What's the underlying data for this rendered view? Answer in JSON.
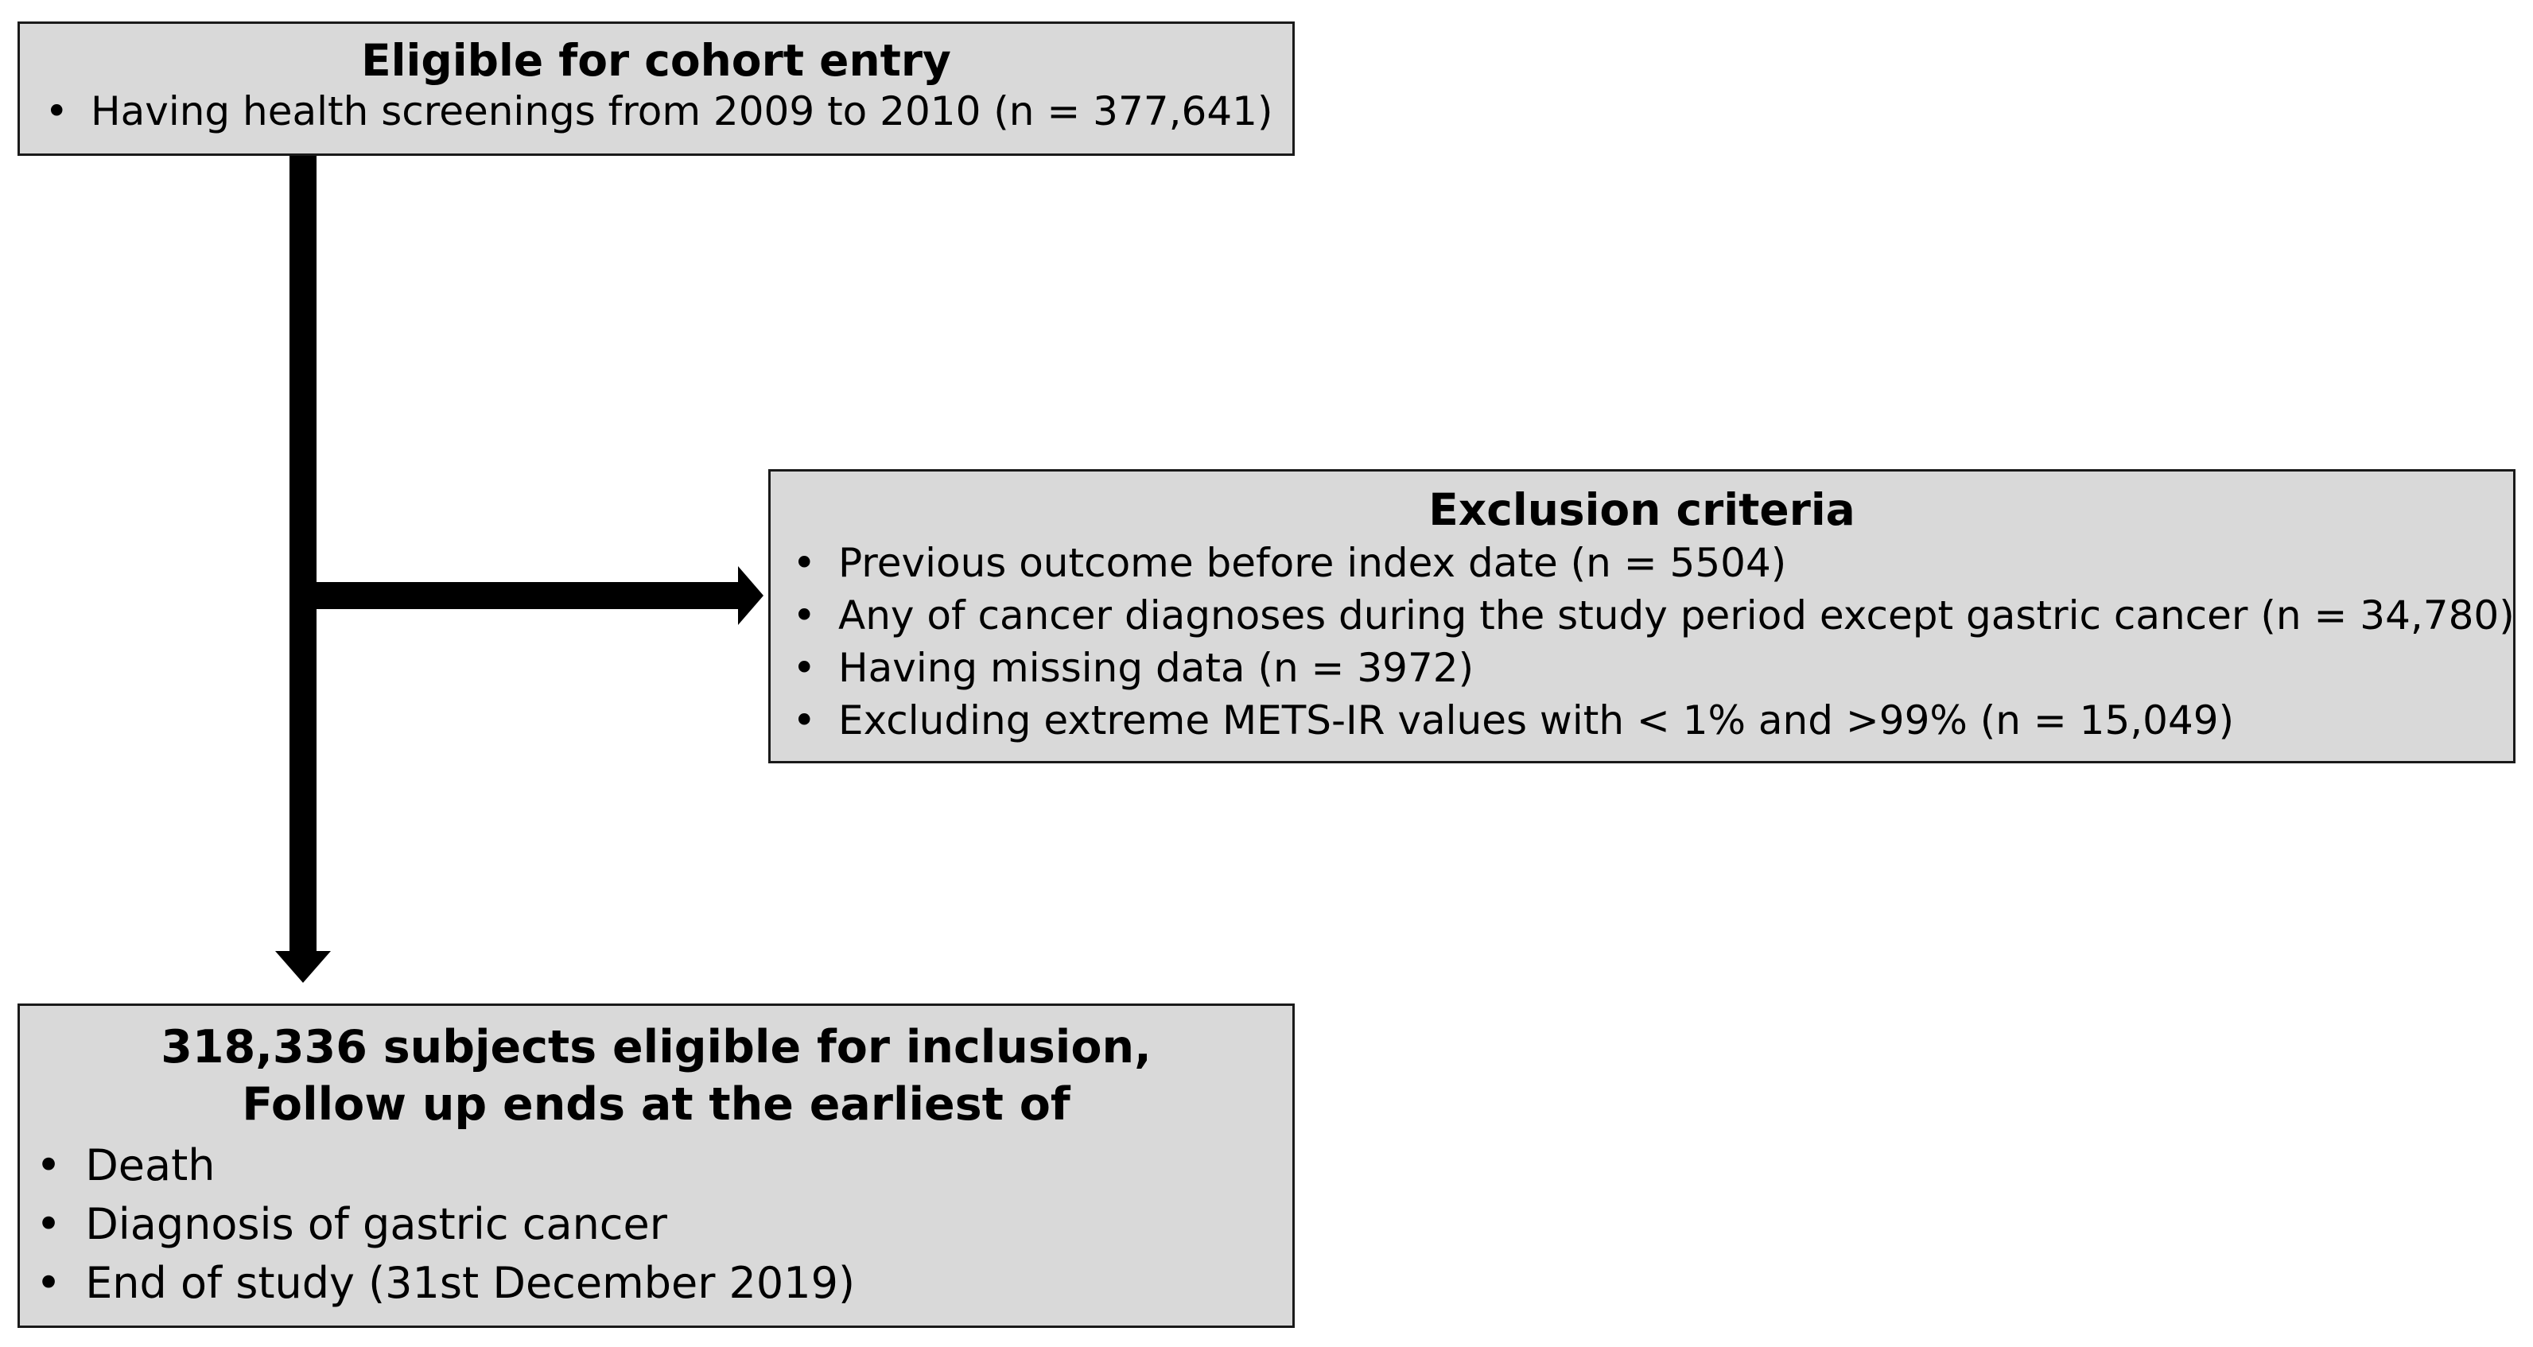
{
  "entry": {
    "title": "Eligible for cohort entry",
    "items": [
      "Having health screenings from 2009 to 2010 (n = 377,641)"
    ]
  },
  "exclusion": {
    "title": "Exclusion criteria",
    "items": [
      "Previous outcome before index date (n = 5504)",
      "Any of cancer diagnoses during the study period except gastric cancer (n = 34,780)",
      "Having missing data (n = 3972)",
      "Excluding extreme METS-IR values with < 1% and >99% (n = 15,049)"
    ]
  },
  "inclusion": {
    "title_line1": "318,336 subjects eligible for inclusion,",
    "title_line2": "Follow up ends at the earliest of",
    "items": [
      "Death",
      "Diagnosis of gastric cancer",
      "End of study (31st December 2019)"
    ]
  },
  "colors": {
    "box_fill": "#d9d9d9",
    "box_border": "#1a1a1a",
    "arrow": "#000000"
  }
}
